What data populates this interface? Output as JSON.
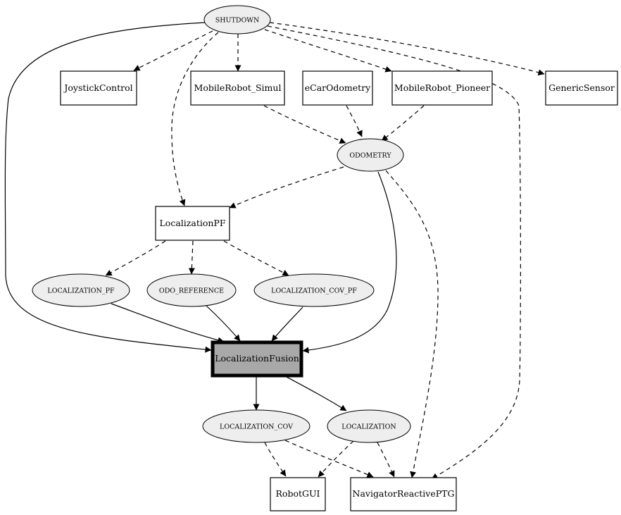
{
  "nodes": {
    "shutdown": "SHUTDOWN",
    "joystick_control": "JoystickControl",
    "mobile_robot_simul": "MobileRobot_Simul",
    "ecar_odometry": "eCarOdometry",
    "mobile_robot_pioneer": "MobileRobot_Pioneer",
    "generic_sensor": "GenericSensor",
    "odometry": "ODOMETRY",
    "localization_pf": "LocalizationPF",
    "localization_pf_topic": "LOCALIZATION_PF",
    "odo_reference": "ODO_REFERENCE",
    "localization_cov_pf": "LOCALIZATION_COV_PF",
    "localization_fusion": "LocalizationFusion",
    "localization_cov": "LOCALIZATION_COV",
    "localization": "LOCALIZATION",
    "robot_gui": "RobotGUI",
    "navigator_reactive_ptg": "NavigatorReactivePTG"
  },
  "edges": [
    {
      "from": "SHUTDOWN",
      "to": "JoystickControl",
      "style": "dashed"
    },
    {
      "from": "SHUTDOWN",
      "to": "MobileRobot_Simul",
      "style": "dashed"
    },
    {
      "from": "SHUTDOWN",
      "to": "MobileRobot_Pioneer",
      "style": "dashed"
    },
    {
      "from": "SHUTDOWN",
      "to": "GenericSensor",
      "style": "dashed"
    },
    {
      "from": "SHUTDOWN",
      "to": "LocalizationPF",
      "style": "dashed"
    },
    {
      "from": "SHUTDOWN",
      "to": "NavigatorReactivePTG",
      "style": "dashed"
    },
    {
      "from": "SHUTDOWN",
      "to": "LocalizationFusion",
      "style": "solid"
    },
    {
      "from": "MobileRobot_Simul",
      "to": "ODOMETRY",
      "style": "dashed"
    },
    {
      "from": "eCarOdometry",
      "to": "ODOMETRY",
      "style": "dashed"
    },
    {
      "from": "MobileRobot_Pioneer",
      "to": "ODOMETRY",
      "style": "dashed"
    },
    {
      "from": "ODOMETRY",
      "to": "LocalizationPF",
      "style": "dashed"
    },
    {
      "from": "ODOMETRY",
      "to": "LocalizationFusion",
      "style": "solid"
    },
    {
      "from": "ODOMETRY",
      "to": "NavigatorReactivePTG",
      "style": "dashed"
    },
    {
      "from": "LocalizationPF",
      "to": "LOCALIZATION_PF",
      "style": "dashed"
    },
    {
      "from": "LocalizationPF",
      "to": "ODO_REFERENCE",
      "style": "dashed"
    },
    {
      "from": "LocalizationPF",
      "to": "LOCALIZATION_COV_PF",
      "style": "dashed"
    },
    {
      "from": "LOCALIZATION_PF",
      "to": "LocalizationFusion",
      "style": "solid"
    },
    {
      "from": "ODO_REFERENCE",
      "to": "LocalizationFusion",
      "style": "solid"
    },
    {
      "from": "LOCALIZATION_COV_PF",
      "to": "LocalizationFusion",
      "style": "solid"
    },
    {
      "from": "LocalizationFusion",
      "to": "LOCALIZATION_COV",
      "style": "solid"
    },
    {
      "from": "LocalizationFusion",
      "to": "LOCALIZATION",
      "style": "solid"
    },
    {
      "from": "LOCALIZATION_COV",
      "to": "RobotGUI",
      "style": "dashed"
    },
    {
      "from": "LOCALIZATION_COV",
      "to": "NavigatorReactivePTG",
      "style": "dashed"
    },
    {
      "from": "LOCALIZATION",
      "to": "RobotGUI",
      "style": "dashed"
    },
    {
      "from": "LOCALIZATION",
      "to": "NavigatorReactivePTG",
      "style": "dashed"
    }
  ]
}
